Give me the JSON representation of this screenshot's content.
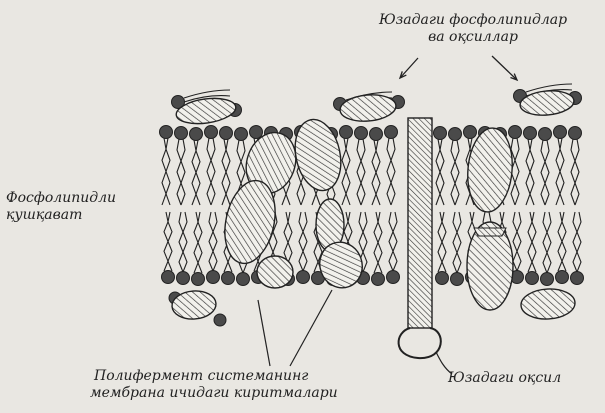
{
  "labels": {
    "surface_lipids_proteins": [
      "Юзадаги фосфолипидлар",
      "ва оқсиллар"
    ],
    "phospholipid_bilayer": [
      "Фосфолипидли",
      "қушқават"
    ],
    "polyenzyme_system": [
      "Полифермент системанинг",
      "мембрана ичидаги киритмалари"
    ],
    "surface_protein": [
      "Юзадаги оқсил"
    ]
  },
  "colors": {
    "background": "#e9e7e2",
    "ink": "#222222",
    "head_fill": "#4a4a4a",
    "protein_fill": "#f2f1ec"
  }
}
